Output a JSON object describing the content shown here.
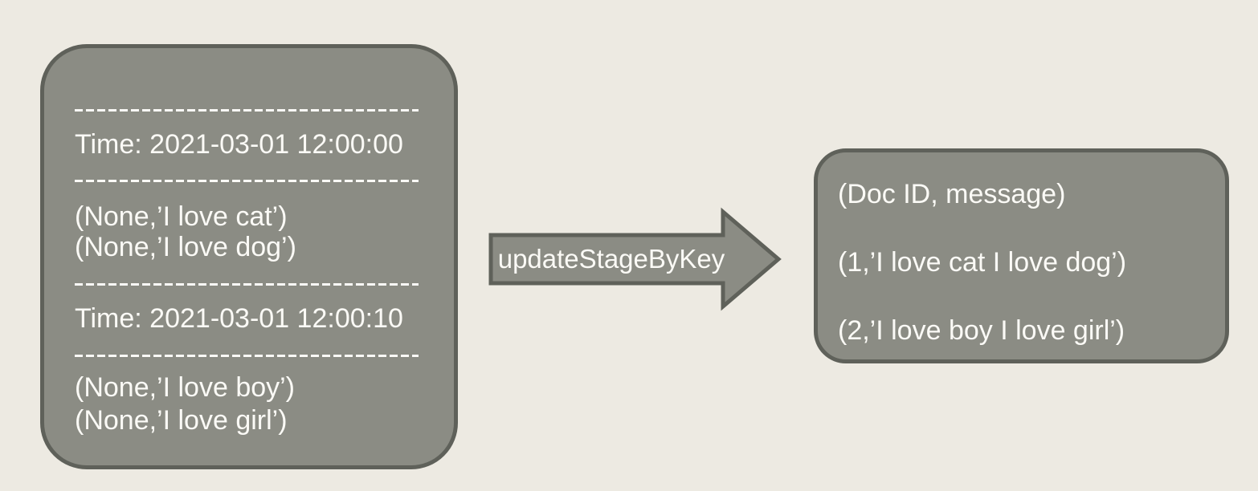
{
  "colors": {
    "background": "#EDEAE2",
    "box_fill": "#8B8C84",
    "box_border": "#5F615A",
    "text": "#FBFAF6"
  },
  "input_box": {
    "rows": [
      {
        "type": "separator"
      },
      {
        "type": "text",
        "text": "Time: 2021-03-01 12:00:00"
      },
      {
        "type": "separator"
      },
      {
        "type": "text",
        "text": "(None,’I love cat’)"
      },
      {
        "type": "text",
        "text": "(None,’I love dog’)"
      },
      {
        "type": "separator"
      },
      {
        "type": "text",
        "text": "Time: 2021-03-01 12:00:10"
      },
      {
        "type": "separator"
      },
      {
        "type": "text",
        "text": "(None,’I love boy’)"
      },
      {
        "type": "text",
        "text": "(None,’I love girl’)"
      }
    ]
  },
  "arrow": {
    "label": "updateStageByKey"
  },
  "output_box": {
    "header": "(Doc ID, message)",
    "rows": [
      "(1,’I love cat I love dog’)",
      "(2,’I love boy I love girl’)"
    ]
  }
}
